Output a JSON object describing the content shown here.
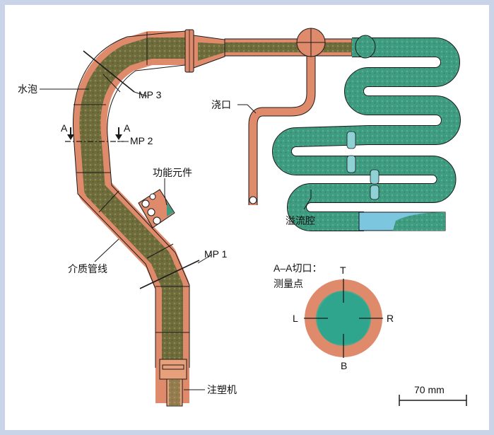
{
  "labels": {
    "bubble": "水泡",
    "mp3": "MP 3",
    "section_a_left": "A",
    "section_a_right": "A",
    "mp2": "MP 2",
    "functional_element": "功能元件",
    "media_line": "介质管线",
    "mp1": "MP 1",
    "injection_machine": "注塑机",
    "gate": "浇口",
    "overflow_cavity": "溢流腔",
    "section_title": "A–A切口：",
    "measuring_points": "测量点",
    "point_t": "T",
    "point_l": "L",
    "point_r": "R",
    "point_b": "B",
    "scale": "70 mm"
  },
  "colors": {
    "pipe_wall": "#e08a6c",
    "melt_core": "#6b6a3a",
    "overflow_fill": "#3f9c80",
    "water_blue": "#7cc6e0",
    "cross_section_core": "#2fa58e",
    "frame": "#c9d4e8"
  }
}
